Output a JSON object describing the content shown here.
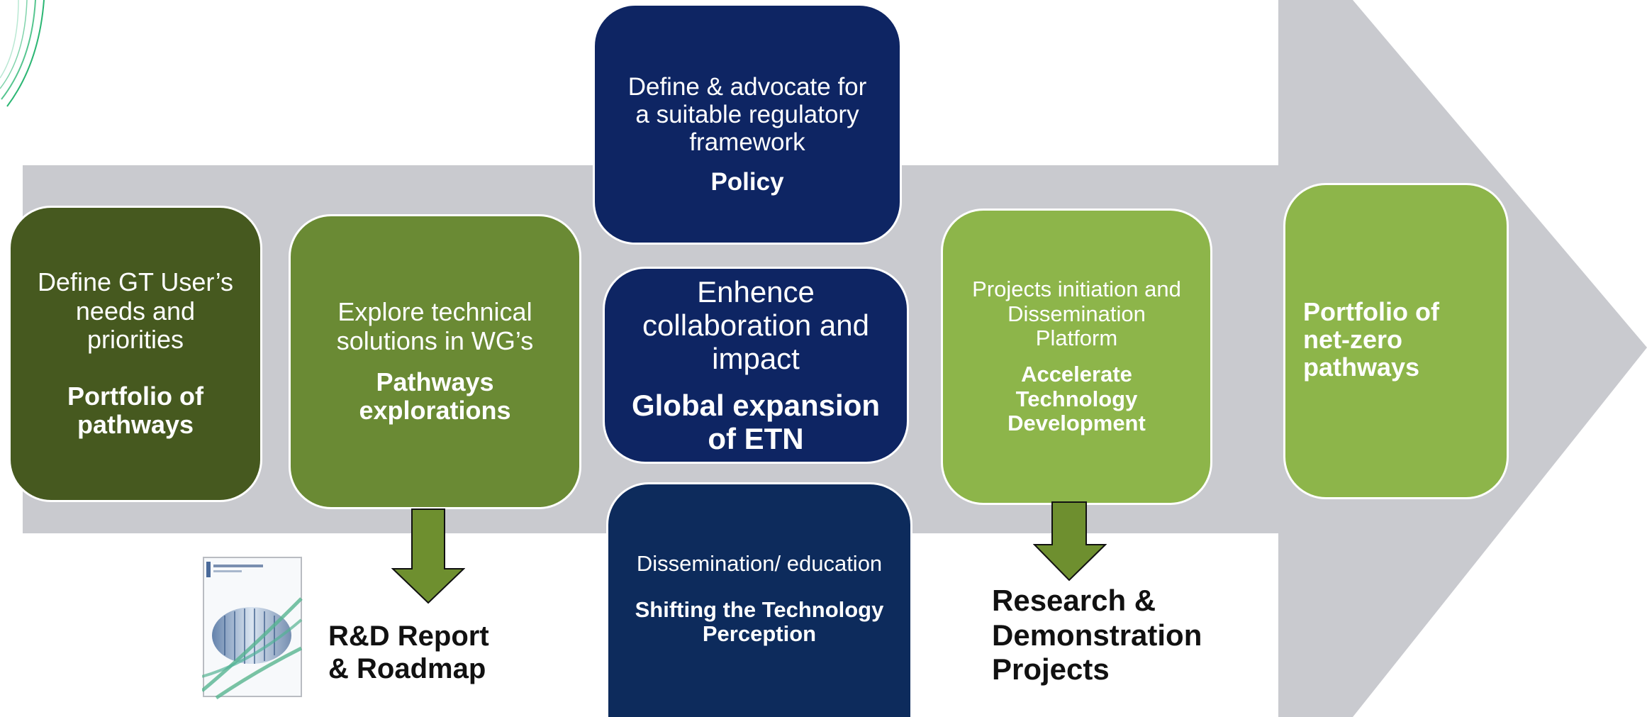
{
  "diagram": {
    "boxes": {
      "user_needs": {
        "text": "Define GT User’s\nneeds and\npriorities",
        "heading": "Portfolio of\npathways",
        "color": "#46591f"
      },
      "explore": {
        "text": "Explore technical\nsolutions in WG’s",
        "heading": "Pathways\nexplorations",
        "color": "#6a8a34"
      },
      "policy": {
        "text": "Define & advocate for\na suitable regulatory\nframework",
        "heading": "Policy",
        "color": "#0e2563"
      },
      "collaboration": {
        "text": "Enhence\ncollaboration and\nimpact",
        "heading": "Global expansion\nof ETN",
        "color": "#0e2563"
      },
      "dissemination": {
        "text": "Dissemination/ education",
        "heading": "Shifting the Technology\nPerception",
        "color": "#0d2b5c"
      },
      "projects": {
        "text": "Projects initiation and\nDissemination\nPlatform",
        "heading": "Accelerate\nTechnology\nDevelopment",
        "color": "#8db54a"
      },
      "portfolio": {
        "heading": "Portfolio of\nnet-zero\npathways",
        "color": "#8db54a"
      }
    },
    "outputs": {
      "report": "R&D Report\n& Roadmap",
      "research": "Research &\nDemonstration\nProjects"
    },
    "report_cover": {
      "title": "ETN R&D RECOMMENDATION REPORT"
    },
    "colors": {
      "big_arrow": "#c9cacf",
      "output_arrow": "#6e8f2f",
      "accent_lines": "#2bb673"
    }
  }
}
